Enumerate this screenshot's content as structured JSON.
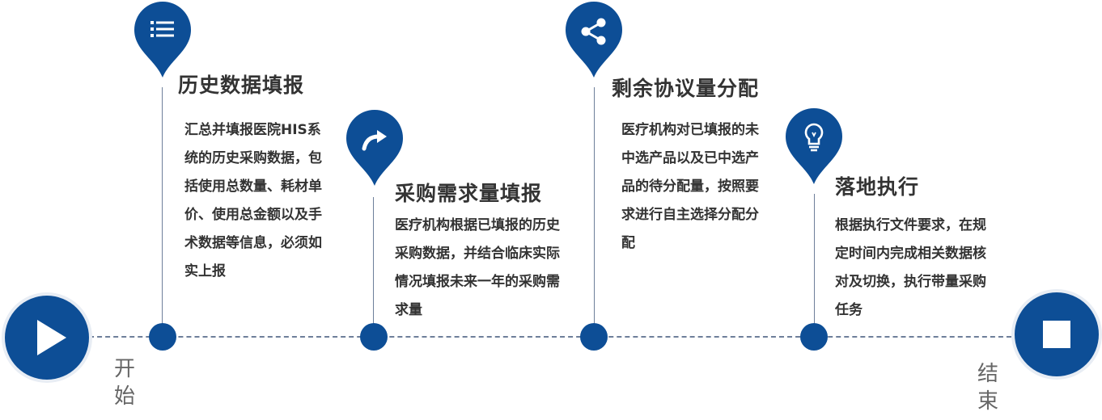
{
  "start_label": "开始",
  "end_label": "结束",
  "steps": [
    {
      "title": "历史数据填报",
      "description": "汇总并填报医院HIS系统的历史采购数据，包括使用总数量、耗材单价、使用总金额以及手术数据等信息，必须如实上报",
      "icon": "list-icon"
    },
    {
      "title": "采购需求量填报",
      "description": "医疗机构根据已填报的历史采购数据，并结合临床实际情况填报未来一年的采购需求量",
      "icon": "share-arrow-icon"
    },
    {
      "title": "剩余协议量分配",
      "description": "医疗机构对已填报的未中选产品以及已中选产品的待分配量，按照要求进行自主选择分配分配",
      "icon": "share-nodes-icon"
    },
    {
      "title": "落地执行",
      "description": "根据执行文件要求，在规定时间内完成相关数据核对及切换，执行带量采购任务",
      "icon": "lightbulb-icon"
    }
  ],
  "colors": {
    "primary": "#0d4e96",
    "line": "#6e7f9a",
    "text": "#333333",
    "label": "#666666"
  }
}
